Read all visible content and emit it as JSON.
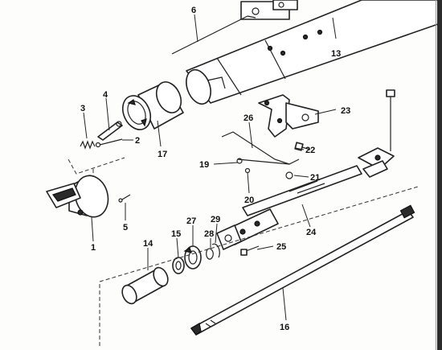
{
  "callouts": {
    "c1": "1",
    "c2": "2",
    "c3": "3",
    "c4": "4",
    "c5": "5",
    "c6": "6",
    "c13": "13",
    "c14": "14",
    "c15": "15",
    "c16": "16",
    "c17": "17",
    "c19": "19",
    "c20": "20",
    "c21": "21",
    "c22": "22",
    "c23": "23",
    "c24": "24",
    "c25": "25",
    "c26": "26",
    "c27": "27",
    "c28": "28",
    "c29": "29"
  }
}
